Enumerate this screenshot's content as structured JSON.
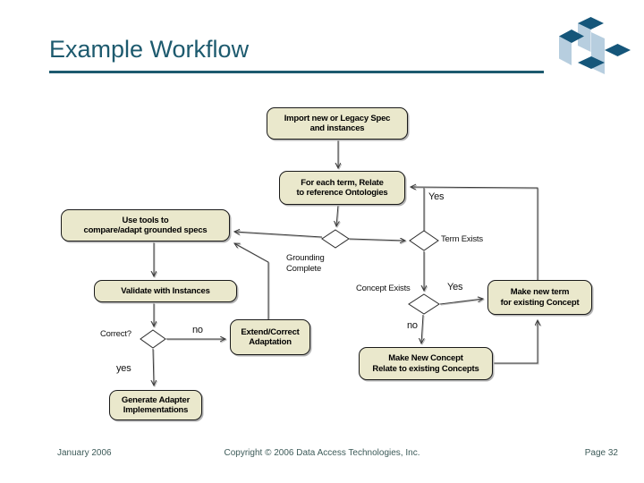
{
  "title": "Example Workflow",
  "footer": {
    "left": "January 2006",
    "center": "Copyright © 2006 Data Access Technologies, Inc.",
    "right": "Page 32"
  },
  "colors": {
    "accent": "#1d5a6e",
    "node_fill": "#eae8cc",
    "node_border": "#1a1a1a",
    "footer_text": "#3d5b59",
    "logo_dark": "#15567a",
    "logo_light": "#b7cedf"
  },
  "flowchart": {
    "nodes": [
      {
        "id": "import-spec",
        "line1": "Import new or Legacy Spec",
        "line2": "and instances"
      },
      {
        "id": "relate-terms",
        "line1": "For each term, Relate",
        "line2": "to reference Ontologies"
      },
      {
        "id": "use-tools",
        "line1": "Use tools to",
        "line2": "compare/adapt grounded specs"
      },
      {
        "id": "validate",
        "line1": "Validate with Instances",
        "line2": ""
      },
      {
        "id": "extend-correct",
        "line1": "Extend/Correct",
        "line2": "Adaptation"
      },
      {
        "id": "make-term",
        "line1": "Make new term",
        "line2": "for existing Concept"
      },
      {
        "id": "make-concept",
        "line1": "Make New Concept",
        "line2": "Relate to existing Concepts"
      },
      {
        "id": "generate",
        "line1": "Generate Adapter",
        "line2": "Implementations"
      }
    ],
    "decisions": [
      {
        "id": "grounding",
        "line1": "Grounding",
        "line2": "Complete"
      },
      {
        "id": "term-exists",
        "label": "Term Exists"
      },
      {
        "id": "concept-exists",
        "label": "Concept Exists"
      },
      {
        "id": "correct",
        "label": "Correct?"
      }
    ],
    "edge_labels": [
      {
        "id": "term-yes",
        "text": "Yes"
      },
      {
        "id": "concept-yes",
        "text": "Yes"
      },
      {
        "id": "concept-no",
        "text": "no"
      },
      {
        "id": "correct-no",
        "text": "no"
      },
      {
        "id": "correct-yes",
        "text": "yes"
      }
    ]
  }
}
